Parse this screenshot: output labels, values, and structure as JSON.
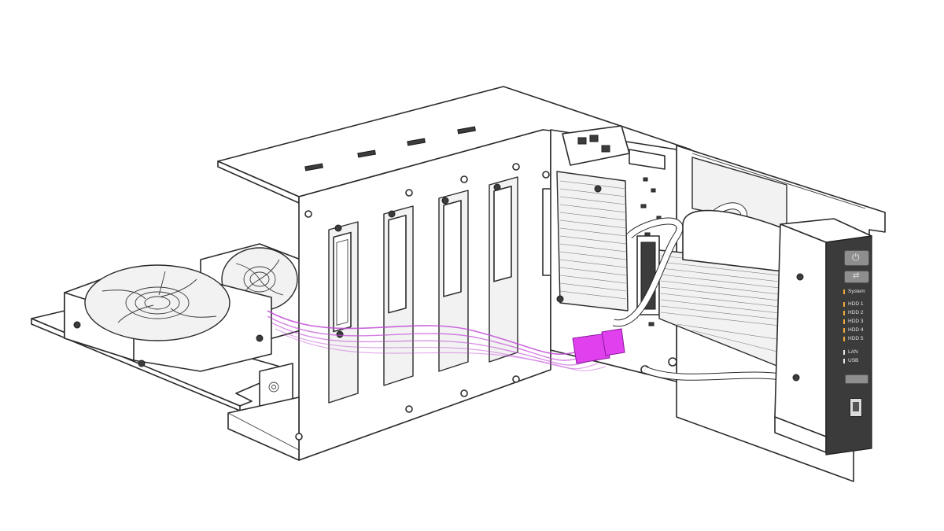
{
  "front_panel": {
    "buttons": [
      {
        "icon": "power-icon"
      },
      {
        "icon": "reset-icon"
      }
    ],
    "leds": [
      {
        "label": "System",
        "color": "#f2a93b"
      },
      {
        "label": "HDD 1",
        "color": "#f2a93b"
      },
      {
        "label": "HDD 2",
        "color": "#f2a93b"
      },
      {
        "label": "HDD 3",
        "color": "#f2a93b"
      },
      {
        "label": "HDD 4",
        "color": "#f2a93b"
      },
      {
        "label": "HDD 5",
        "color": "#f2a93b"
      },
      {
        "label": "LAN",
        "color": "#e8e8e8"
      },
      {
        "label": "USB",
        "color": "#e8e8e8"
      }
    ]
  },
  "colors": {
    "cable_highlight": "#c24bd6",
    "connector_highlight": "#e040ee",
    "panel_face": "#3b3b3b",
    "line": "#2b2b2b"
  }
}
